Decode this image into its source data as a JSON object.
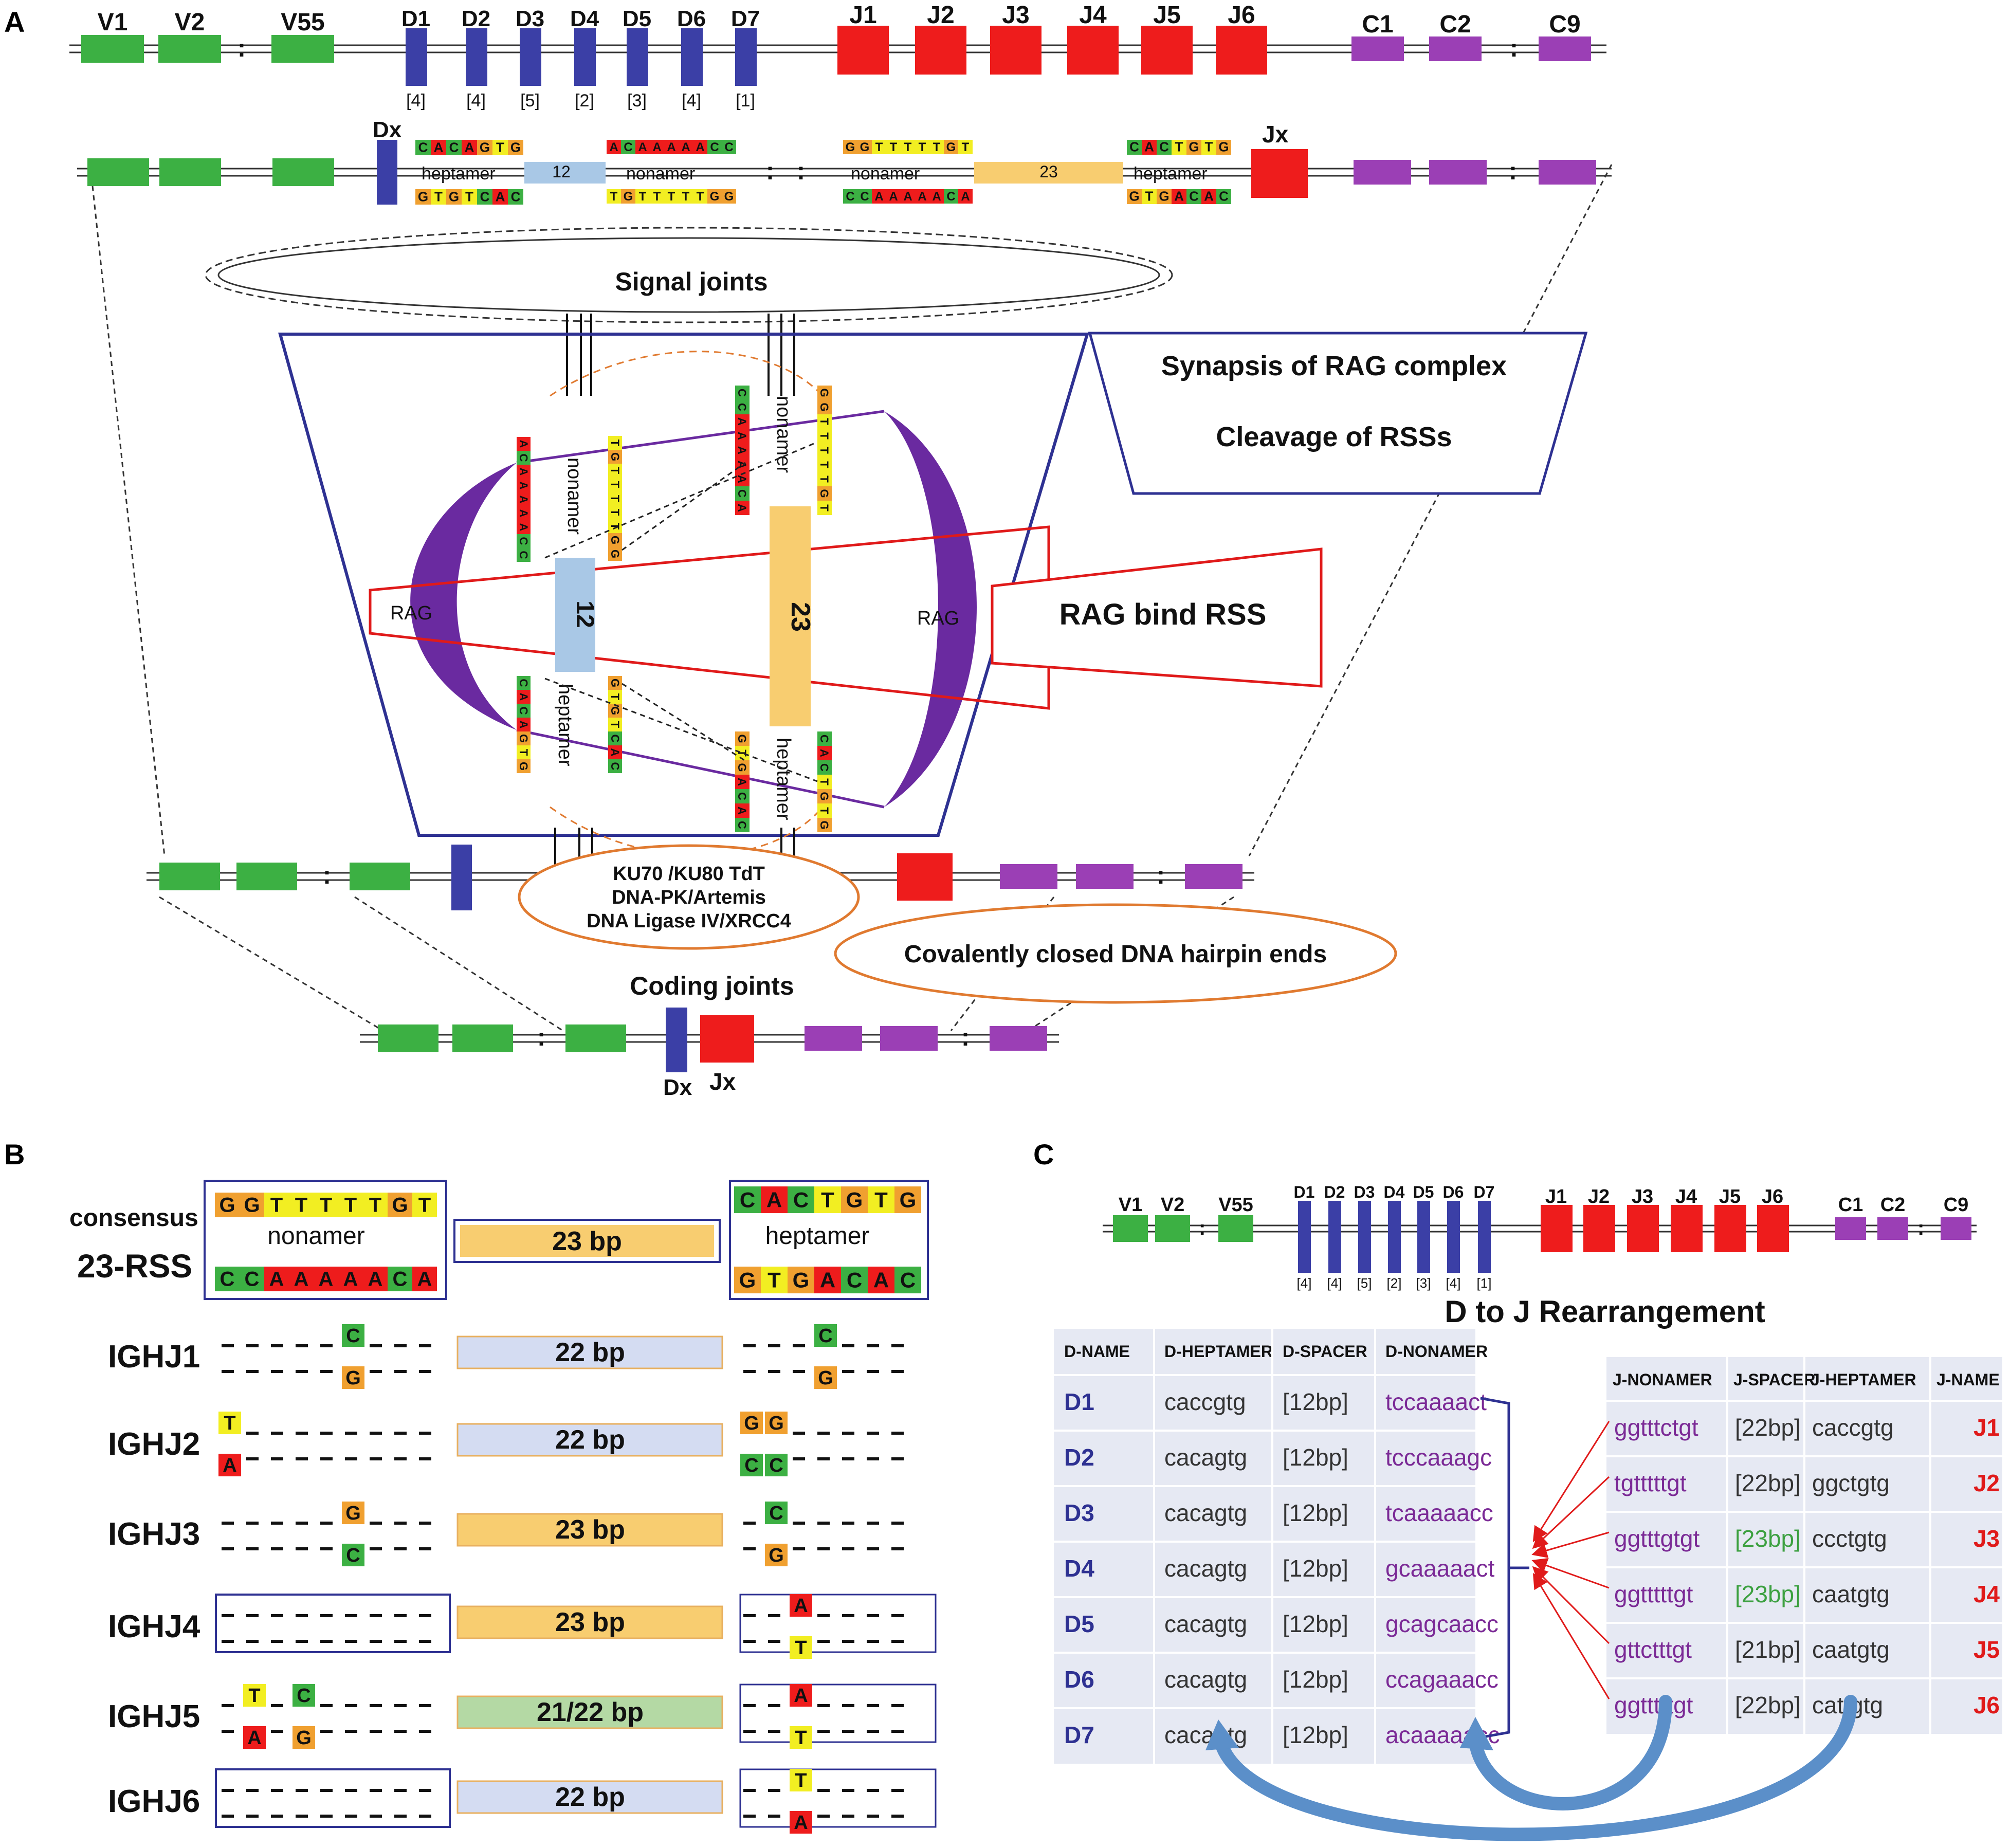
{
  "colors": {
    "v": "#3cb043",
    "d": "#3b3fa6",
    "j": "#ee1c1c",
    "c": "#9b3fb5",
    "nt_A": "#ee1c1c",
    "nt_C": "#3cb043",
    "nt_G": "#f0a030",
    "nt_T": "#f2ee22",
    "spacer_blue": "#a9c8e6",
    "spacer_orange": "#f8cd70",
    "spacer_green": "#b4d9a4",
    "spacer_lav": "#d4dcf2",
    "rag": "#6a2aa0",
    "frame": "#2e3192",
    "red_outline": "#e01a1a",
    "ellipse": "#e07a30",
    "table_bg": "#e6e9f3",
    "purple_text": "#7b2a96",
    "green_text": "#3ca040",
    "red_text": "#e01a1a",
    "dblue_text": "#2e3192"
  },
  "panels": {
    "a": "A",
    "b": "B",
    "c": "C"
  },
  "locus": {
    "v_labels": [
      "V1",
      "V2",
      "V55"
    ],
    "d_labels": [
      "D1",
      "D2",
      "D3",
      "D4",
      "D5",
      "D6",
      "D7"
    ],
    "d_counts": [
      "[4]",
      "[4]",
      "[5]",
      "[2]",
      "[3]",
      "[4]",
      "[1]"
    ],
    "j_labels": [
      "J1",
      "J2",
      "J3",
      "J4",
      "J5",
      "J6"
    ],
    "c_labels": [
      "C1",
      "C2",
      "C9"
    ],
    "ellipsis": ":"
  },
  "panel_a": {
    "dx": "Dx",
    "jx": "Jx",
    "rss12": {
      "hep_top": "CACAGTG",
      "hep_bot": "GTGTCAC",
      "hep_label": "heptamer",
      "spacer": "12",
      "non_top": "ACAAAAACC",
      "non_bot": "TGTTTTTGG",
      "non_label": "nonamer"
    },
    "rss23": {
      "non_top": "GGTTTTTGT",
      "non_bot": "CCAAAAACA",
      "non_label": "nonamer",
      "spacer": "23",
      "hep_top": "CACTGTG",
      "hep_bot": "GTGACAC",
      "hep_label": "heptamer"
    },
    "signal_joints": "Signal joints",
    "synapsis_1": "Synapsis of RAG complex",
    "synapsis_2": "Cleavage of RSSs",
    "rag": "RAG",
    "rag_bind": "RAG bind RSS",
    "center": {
      "non_left": "nonamer",
      "hep_left": "heptamer",
      "non_right": "nonamer",
      "hep_right": "heptamer",
      "sp12": "12",
      "sp23": "23"
    },
    "repair_1": "KU70 /KU80  TdT",
    "repair_2": "DNA-PK/Artemis",
    "repair_3": "DNA Ligase IV/XRCC4",
    "hairpin": "Covalently closed DNA  hairpin ends",
    "coding_joints": "Coding joints"
  },
  "panel_b": {
    "consensus_1": "consensus",
    "consensus_2": "23-RSS",
    "nonamer_top": "GGTTTTTGT",
    "nonamer_label": "nonamer",
    "nonamer_bot": "CCAAAAACA",
    "spacer": "23 bp",
    "heptamer_top": "CACTGTG",
    "heptamer_label": "heptamer",
    "heptamer_bot": "GTGACAC",
    "rows": [
      {
        "name": "IGHJ1",
        "spacer": "22 bp",
        "spacer_color": "lav",
        "non_marks": [
          {
            "pos": 5,
            "top": "C",
            "bot": "G"
          }
        ],
        "hep_marks": [
          {
            "pos": 3,
            "top": "C",
            "bot": "G"
          }
        ]
      },
      {
        "name": "IGHJ2",
        "spacer": "22 bp",
        "spacer_color": "lav",
        "non_marks": [
          {
            "pos": 0,
            "top": "T",
            "bot": "A"
          }
        ],
        "hep_marks": [
          {
            "pos": 0,
            "top": "G",
            "bot": "C"
          },
          {
            "pos": 1,
            "top": "G",
            "bot": "C"
          }
        ]
      },
      {
        "name": "IGHJ3",
        "spacer": "23 bp",
        "spacer_color": "orange",
        "non_marks": [
          {
            "pos": 5,
            "top": "G",
            "bot": "C"
          }
        ],
        "hep_marks": [
          {
            "pos": 1,
            "top": "C",
            "bot": "G"
          }
        ]
      },
      {
        "name": "IGHJ4",
        "spacer": "23 bp",
        "spacer_color": "orange",
        "non_marks": [],
        "hep_marks": [
          {
            "pos": 2,
            "top": "A",
            "bot": "T"
          }
        ]
      },
      {
        "name": "IGHJ5",
        "spacer": "21/22 bp",
        "spacer_color": "green",
        "non_marks": [
          {
            "pos": 1,
            "top": "T",
            "bot": "A"
          },
          {
            "pos": 3,
            "top": "C",
            "bot": "G"
          }
        ],
        "hep_marks": [
          {
            "pos": 2,
            "top": "A",
            "bot": "T"
          }
        ]
      },
      {
        "name": "IGHJ6",
        "spacer": "22 bp",
        "spacer_color": "lav",
        "non_marks": [],
        "hep_marks": [
          {
            "pos": 2,
            "top": "T",
            "bot": "A"
          }
        ]
      }
    ]
  },
  "panel_c": {
    "title": "D to J Rearrangement",
    "d_headers": [
      "D-NAME",
      "D-HEPTAMER",
      "D-SPACER",
      "D-NONAMER"
    ],
    "d_rows": [
      [
        "D1",
        "caccgtg",
        "[12bp]",
        "tccaaaact"
      ],
      [
        "D2",
        "cacagtg",
        "[12bp]",
        "tcccaaagc"
      ],
      [
        "D3",
        "cacagtg",
        "[12bp]",
        "tcaaaaacc"
      ],
      [
        "D4",
        "cacagtg",
        "[12bp]",
        "gcaaaaact"
      ],
      [
        "D5",
        "cacagtg",
        "[12bp]",
        "gcagcaacc"
      ],
      [
        "D6",
        "cacagtg",
        "[12bp]",
        "ccagaaacc"
      ],
      [
        "D7",
        "cacagtg",
        "[12bp]",
        "acaaaaacc"
      ]
    ],
    "j_headers": [
      "J-NONAMER",
      "J-SPACER",
      "J-HEPTAMER",
      "J-NAME"
    ],
    "j_rows": [
      [
        "ggtttctgt",
        "[22bp]",
        "caccgtg",
        "J1"
      ],
      [
        "tgtttttgt",
        "[22bp]",
        "ggctgtg",
        "J2"
      ],
      [
        "ggtttgtgt",
        "[23bp]",
        "ccctgtg",
        "J3"
      ],
      [
        "ggtttttgt",
        "[23bp]",
        "caatgtg",
        "J4"
      ],
      [
        "gttctttgt",
        "[21bp]",
        "caatgtg",
        "J5"
      ],
      [
        "ggtttttgt",
        "[22bp]",
        "cattgtg",
        "J6"
      ]
    ],
    "j_spacer_green": [
      "J3",
      "J4"
    ]
  }
}
